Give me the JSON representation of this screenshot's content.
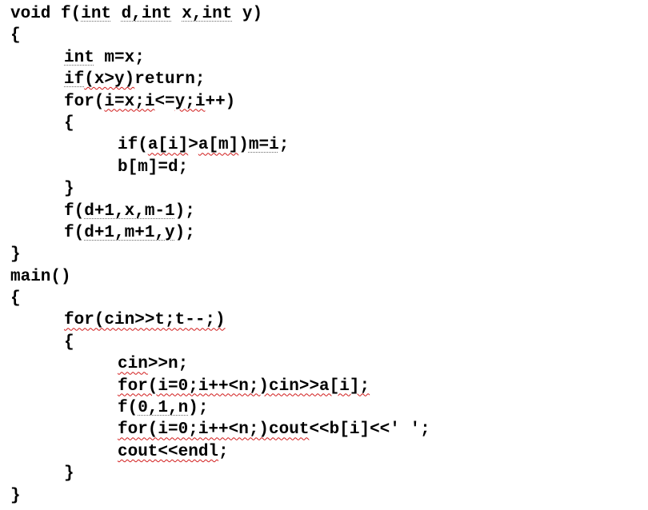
{
  "code_lines": [
    {
      "indent": 0,
      "segments": [
        {
          "t": "void f("
        },
        {
          "t": "int",
          "u": "dotted"
        },
        {
          "t": " "
        },
        {
          "t": "d,int",
          "u": "dotted"
        },
        {
          "t": " "
        },
        {
          "t": "x,int",
          "u": "dotted"
        },
        {
          "t": " y)"
        }
      ]
    },
    {
      "indent": 0,
      "segments": [
        {
          "t": "{"
        }
      ]
    },
    {
      "indent": 1,
      "segments": [
        {
          "t": "int",
          "u": "dotted"
        },
        {
          "t": " m=x;"
        }
      ]
    },
    {
      "indent": 1,
      "segments": [
        {
          "t": "if",
          "u": "dotted"
        },
        {
          "t": "(x>y)",
          "u": "squiggle"
        },
        {
          "t": "return;"
        }
      ]
    },
    {
      "indent": 1,
      "segments": [
        {
          "t": "for("
        },
        {
          "t": "i=x;i",
          "u": "squiggle"
        },
        {
          "t": "<="
        },
        {
          "t": "y;i",
          "u": "squiggle"
        },
        {
          "t": "++)"
        }
      ]
    },
    {
      "indent": 1,
      "segments": [
        {
          "t": "{"
        }
      ]
    },
    {
      "indent": 2,
      "segments": [
        {
          "t": "if("
        },
        {
          "t": "a[i]",
          "u": "squiggle"
        },
        {
          "t": ">"
        },
        {
          "t": "a[m]",
          "u": "squiggle"
        },
        {
          "t": ")"
        },
        {
          "t": "m=i",
          "u": "dotted"
        },
        {
          "t": ";"
        }
      ]
    },
    {
      "indent": 2,
      "segments": [
        {
          "t": "b[m]=d;"
        }
      ]
    },
    {
      "indent": 1,
      "segments": [
        {
          "t": "}"
        }
      ]
    },
    {
      "indent": 1,
      "segments": [
        {
          "t": "f("
        },
        {
          "t": "d+1,x,m-1",
          "u": "dotted"
        },
        {
          "t": ");"
        }
      ]
    },
    {
      "indent": 1,
      "segments": [
        {
          "t": "f("
        },
        {
          "t": "d+1,m+1,y",
          "u": "dotted"
        },
        {
          "t": ");"
        }
      ]
    },
    {
      "indent": 0,
      "segments": [
        {
          "t": "}"
        }
      ]
    },
    {
      "indent": 0,
      "segments": [
        {
          "t": "main()"
        }
      ]
    },
    {
      "indent": 0,
      "segments": [
        {
          "t": "{"
        }
      ]
    },
    {
      "indent": 1,
      "segments": [
        {
          "t": "for(cin>>t;t--;)",
          "u": "squiggle"
        }
      ]
    },
    {
      "indent": 1,
      "segments": [
        {
          "t": "{"
        }
      ]
    },
    {
      "indent": 2,
      "segments": [
        {
          "t": "cin",
          "u": "squiggle"
        },
        {
          "t": ">>n;"
        }
      ]
    },
    {
      "indent": 2,
      "segments": [
        {
          "t": "for(i=0;i++<n;)cin>>a[i];",
          "u": "squiggle"
        }
      ]
    },
    {
      "indent": 2,
      "segments": [
        {
          "t": "f("
        },
        {
          "t": "0,1,n",
          "u": "dotted"
        },
        {
          "t": ");"
        }
      ]
    },
    {
      "indent": 2,
      "segments": [
        {
          "t": "for(i=0;i++<n;)cout",
          "u": "squiggle"
        },
        {
          "t": "<<b[i]<<' ';"
        }
      ]
    },
    {
      "indent": 2,
      "segments": [
        {
          "t": "cout<<endl",
          "u": "squiggle"
        },
        {
          "t": ";"
        }
      ]
    },
    {
      "indent": 1,
      "segments": [
        {
          "t": "}"
        }
      ]
    },
    {
      "indent": 0,
      "segments": [
        {
          "t": "}"
        }
      ]
    }
  ]
}
